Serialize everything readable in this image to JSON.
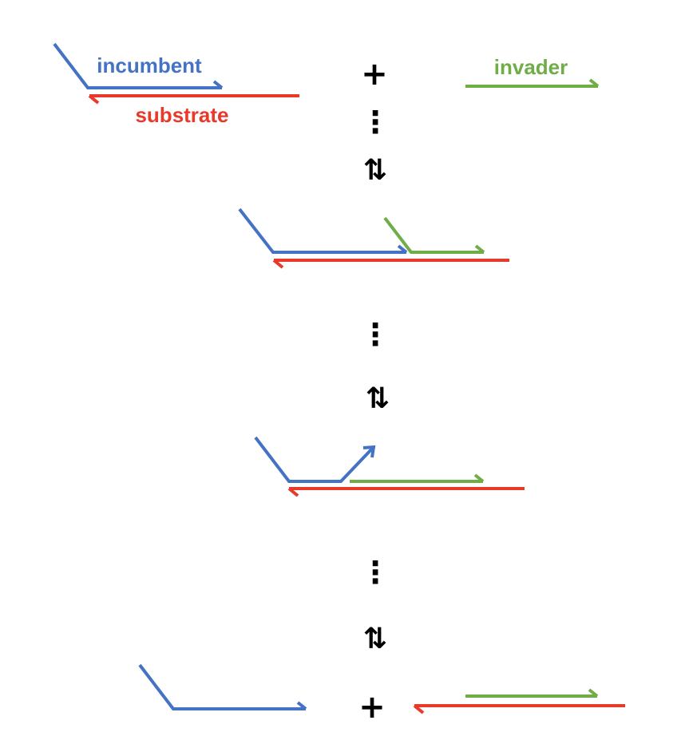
{
  "labels": {
    "incumbent": "incumbent",
    "substrate": "substrate",
    "invader": "invader"
  },
  "symbols": {
    "plus": "+",
    "ellipsis": "⋮",
    "equilibrium": "⇅"
  },
  "colors": {
    "incumbent": "#4472c4",
    "substrate": "#e8392a",
    "invader": "#70ad47",
    "symbol": "#000000"
  }
}
